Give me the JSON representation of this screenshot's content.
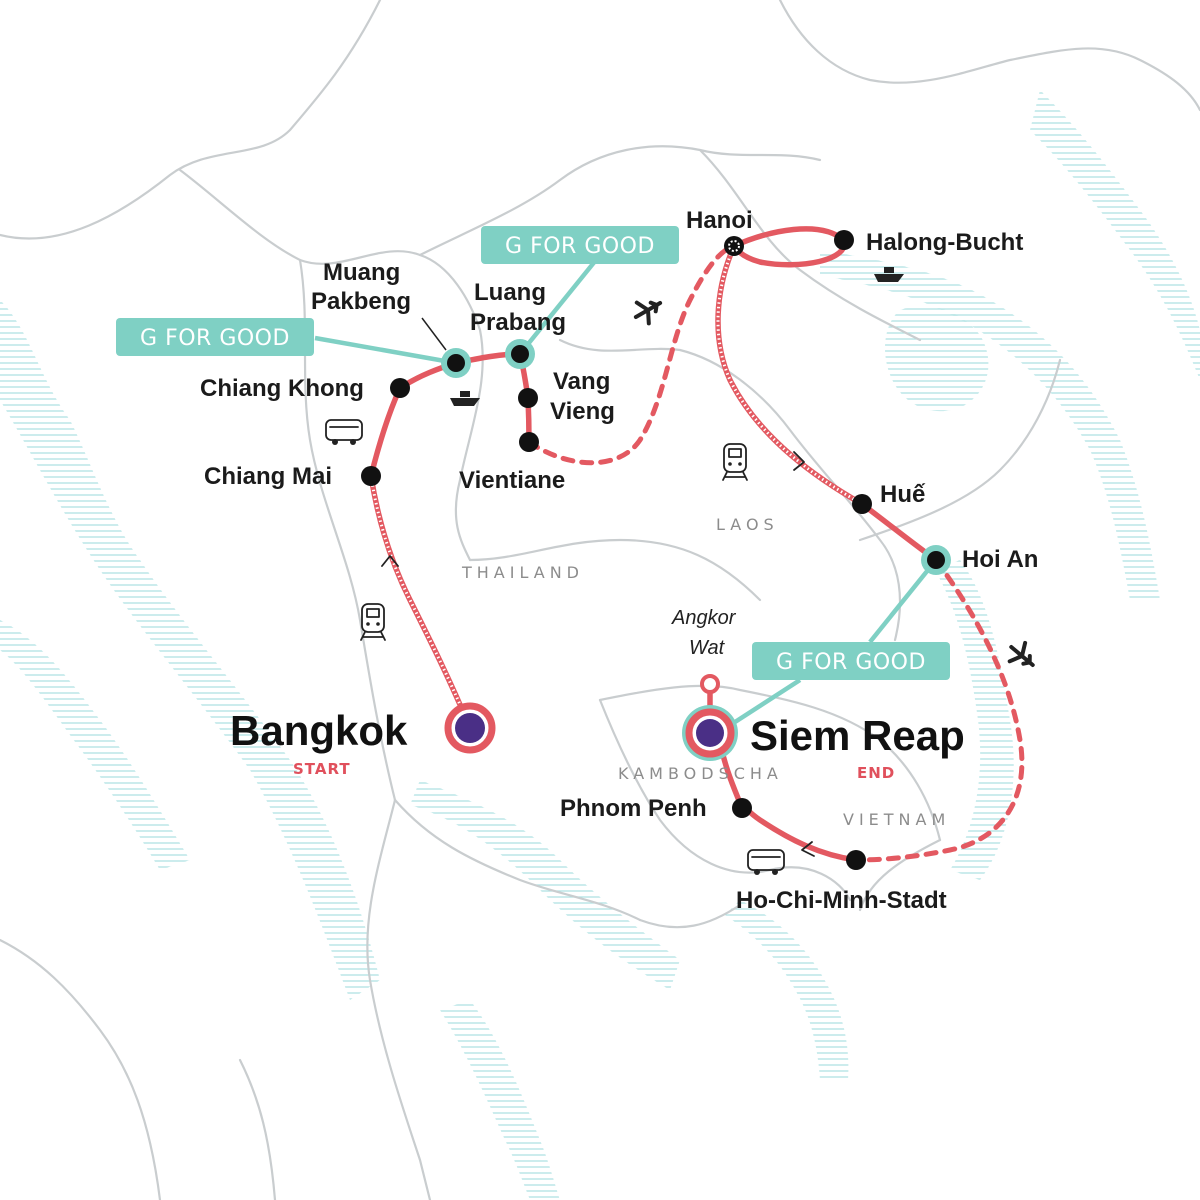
{
  "map": {
    "cities": {
      "bangkok": "Bangkok",
      "siem_reap": "Siem Reap",
      "chiang_mai": "Chiang Mai",
      "chiang_khong": "Chiang Khong",
      "muang_pakbeng_1": "Muang",
      "muang_pakbeng_2": "Pakbeng",
      "luang_prabang_1": "Luang",
      "luang_prabang_2": "Prabang",
      "vang_vieng_1": "Vang",
      "vang_vieng_2": "Vieng",
      "vientiane": "Vientiane",
      "hanoi": "Hanoi",
      "halong": "Halong-Bucht",
      "hue": "Huế",
      "hoi_an": "Hoi An",
      "phnom_penh": "Phnom Penh",
      "hcmc": "Ho-Chi-Minh-Stadt"
    },
    "start_label": "START",
    "end_label": "END",
    "sight": {
      "line1": "Angkor",
      "line2": "Wat"
    },
    "countries": {
      "thailand": "THAILAND",
      "laos": "LAOS",
      "cambodia": "KAMBODSCHA",
      "vietnam": "VIETNAM"
    },
    "badges": {
      "left": "G FOR GOOD",
      "top": "G FOR GOOD",
      "bottom": "G FOR GOOD"
    },
    "colors": {
      "route": "#e35961",
      "teal": "#7fd0c4",
      "endpoint_fill": "#4a2f86",
      "border": "#c9cdcf",
      "water": "#a7dfe0"
    },
    "icons": [
      "train-icon",
      "bus-icon",
      "boat-icon",
      "plane-icon"
    ]
  }
}
